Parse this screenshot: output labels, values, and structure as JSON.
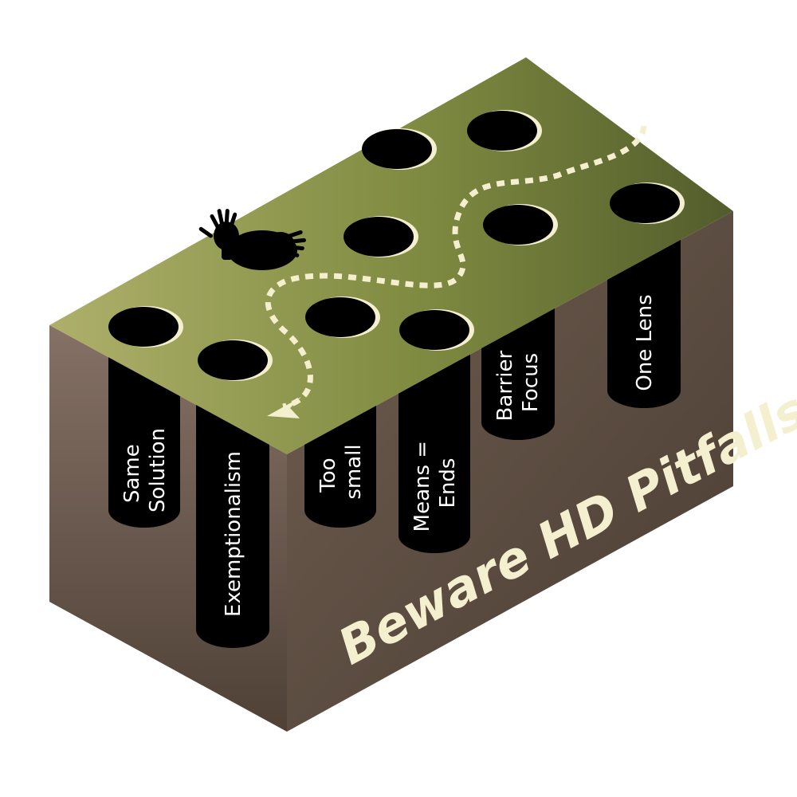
{
  "title": "Beware HD Pitfalls",
  "pitfalls": [
    {
      "id": "same-solution",
      "lines": [
        "Same",
        "Solution"
      ]
    },
    {
      "id": "exemptionalism",
      "lines": [
        "Exemptionalism"
      ]
    },
    {
      "id": "too-small",
      "lines": [
        "Too",
        "small"
      ]
    },
    {
      "id": "means-ends",
      "lines": [
        "Means =",
        "Ends"
      ]
    },
    {
      "id": "barrier-focus",
      "lines": [
        "Barrier",
        "Focus"
      ]
    },
    {
      "id": "one-lens",
      "lines": [
        "One Lens"
      ]
    }
  ],
  "colors": {
    "top_light": "#aeb06a",
    "top_dark": "#525c2c",
    "side_light": "#857166",
    "side_dark": "#4a3d33",
    "hole": "#000000",
    "path": "#f4efcf",
    "title": "#f4efcf"
  },
  "icons": {
    "hand": "hand-icon",
    "path": "dashed-path-arrow"
  }
}
